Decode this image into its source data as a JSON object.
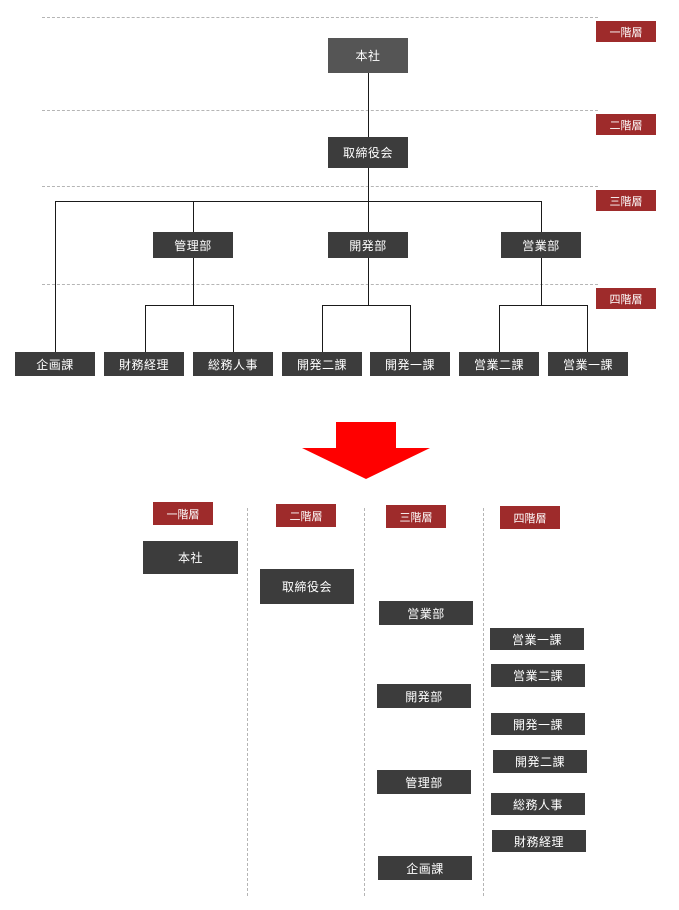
{
  "levels": {
    "l1": "一階層",
    "l2": "二階層",
    "l3": "三階層",
    "l4": "四階層"
  },
  "nodes": {
    "honsha": "本社",
    "torishimari": "取締役会",
    "kanri": "管理部",
    "kaihatsu": "開発部",
    "eigyo": "営業部",
    "kikaku": "企画課",
    "zaimu": "財務経理",
    "somu": "総務人事",
    "kaihatsu2": "開発二課",
    "kaihatsu1": "開発一課",
    "eigyo2": "営業二課",
    "eigyo1": "営業一課"
  },
  "colors": {
    "node": "#3c3c3c",
    "root_node": "#555555",
    "level_tag": "#9e2b2b",
    "arrow": "#ff0000"
  }
}
